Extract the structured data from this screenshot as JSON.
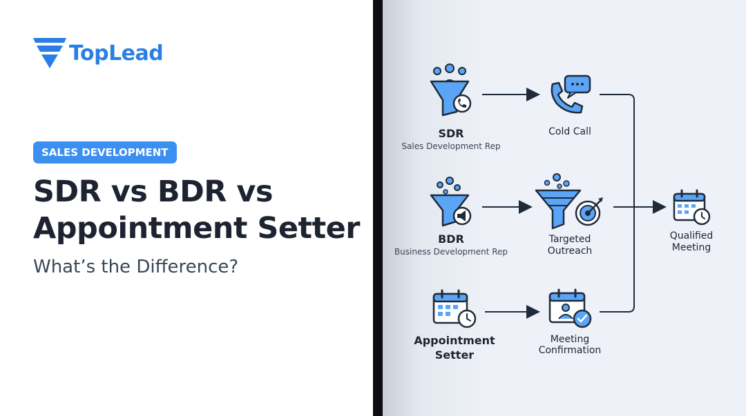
{
  "brand": {
    "name": "TopLead"
  },
  "badge": {
    "label": "SALES DEVELOPMENT"
  },
  "heading": {
    "line1": "SDR vs BDR vs",
    "line2": "Appointment Setter",
    "subtitle": "What’s the Difference?"
  },
  "diagram": {
    "sdr": {
      "title": "SDR",
      "subtitle": "Sales Development Rep"
    },
    "bdr": {
      "title": "BDR",
      "subtitle": "Business Development Rep"
    },
    "setter": {
      "title_line1": "Appointment",
      "title_line2": "Setter"
    },
    "cold_call": {
      "label": "Cold Call"
    },
    "outreach": {
      "line1": "Targeted",
      "line2": "Outreach"
    },
    "confirmation": {
      "line1": "Meeting",
      "line2": "Confirmation"
    },
    "qualified": {
      "line1": "Qualified",
      "line2": "Meeting"
    }
  },
  "colors": {
    "primary": "#2a7fe6",
    "badge": "#3b8ff0",
    "dark": "#1d2330",
    "icon_fill": "#5aa5f5",
    "icon_stroke": "#1f2a3a"
  }
}
